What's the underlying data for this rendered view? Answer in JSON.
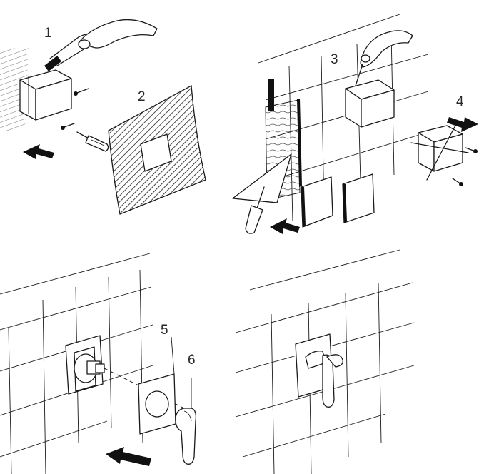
{
  "steps": [
    {
      "label": "1"
    },
    {
      "label": "2"
    },
    {
      "label": "3"
    },
    {
      "label": "4"
    },
    {
      "label": "5"
    },
    {
      "label": "6"
    }
  ],
  "colors": {
    "ink": "#1a1a1a",
    "background": "#ffffff"
  }
}
